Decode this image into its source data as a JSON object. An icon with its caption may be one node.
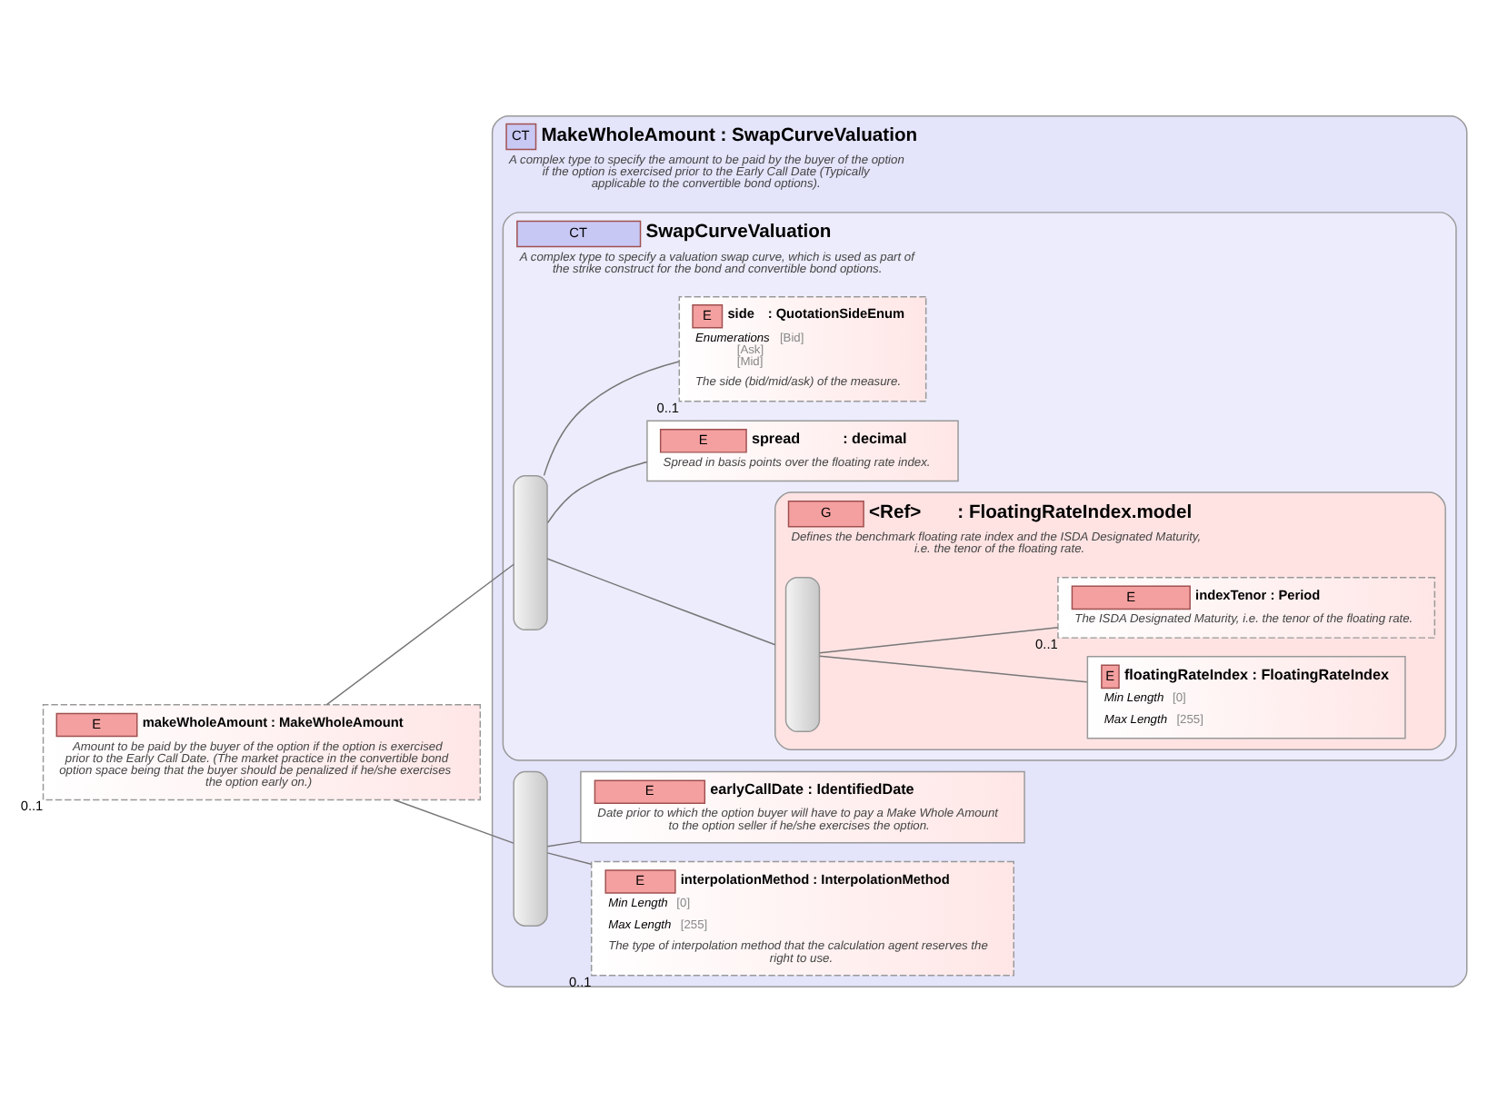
{
  "diagram": {
    "nodes": [
      {
        "text": [
          "E",
          "makeWholeAmount : MakeWholeAmount",
          "Amount to be paid by the buyer of the option if the option is exercised prior to the Early Call Date. (The market practice in the convertible bond option space being that the buyer should be penalized if he/she exercises the option early on.)"
        ],
        "beside": [
          "0..1"
        ]
      },
      {
        "text": [
          "CT",
          "MakeWholeAmount : SwapCurveValuation",
          "A complex type to specify the amount to be paid by the buyer of the option if the option is exercised prior to the Early Call Date (Typically applicable to the convertible bond options)."
        ]
      },
      {
        "text": [
          "CT",
          "SwapCurveValuation",
          "A complex type to specify a valuation swap curve, which is used as part of the strike construct for the bond and convertible bond options."
        ],
        "in": 1
      },
      {
        "text": [],
        "shape": "bar",
        "in": 2
      },
      {
        "text": [
          "G",
          "<Ref>",
          ": FloatingRateIndex.model",
          "Defines the benchmark floating rate index and the ISDA Designated Maturity, i.e. the tenor of the floating rate."
        ],
        "in": 2
      },
      {
        "text": [],
        "shape": "bar",
        "in": 4
      },
      {
        "text": [
          "E",
          "floatingRateIndex : FloatingRateIndex",
          "Min Length",
          "[0]",
          "Max Length",
          "[255]"
        ],
        "in": 4
      },
      {
        "text": [
          "E",
          "indexTenor : Period",
          "The ISDA Designated Maturity, i.e. the tenor of the floating rate."
        ],
        "in": 4,
        "beside": [
          "0..1"
        ]
      },
      {
        "text": [
          "E",
          "spread",
          ": decimal",
          "Spread in basis points over the floating rate index."
        ],
        "in": 2
      },
      {
        "text": [
          "E",
          "side",
          ": QuotationSideEnum",
          "Enumerations",
          "[Bid]",
          "[Ask]",
          "[Mid]",
          "The side (bid/mid/ask) of the measure."
        ],
        "in": 2,
        "beside": [
          "0..1"
        ]
      },
      {
        "text": [],
        "shape": "bar",
        "in": 1
      },
      {
        "text": [
          "E",
          "interpolationMethod : InterpolationMethod",
          "Min Length",
          "[0]",
          "Max Length",
          "[255]",
          "The type of interpolation method that the calculation agent reserves the right to use."
        ],
        "in": 1,
        "beside": [
          "0..1"
        ]
      },
      {
        "text": [
          "E",
          "earlyCallDate : IdentifiedDate",
          "Date prior to which the option buyer will have to pay a Make Whole Amount to the option seller if he/she exercises the option."
        ],
        "in": 1
      }
    ],
    "edges": [
      {
        "from": 0,
        "to": 3,
        "arrow": "none"
      },
      {
        "from": 0,
        "to": 10,
        "arrow": "none"
      },
      {
        "from": 3,
        "to": 4,
        "arrow": "none"
      },
      {
        "from": 3,
        "to": 8,
        "arrow": "none"
      },
      {
        "from": 3,
        "to": 9,
        "arrow": "none"
      },
      {
        "from": 5,
        "to": 6,
        "arrow": "none"
      },
      {
        "from": 5,
        "to": 7,
        "arrow": "none"
      },
      {
        "from": 10,
        "to": 11,
        "arrow": "none"
      },
      {
        "from": 10,
        "to": 12,
        "arrow": "none"
      }
    ]
  }
}
